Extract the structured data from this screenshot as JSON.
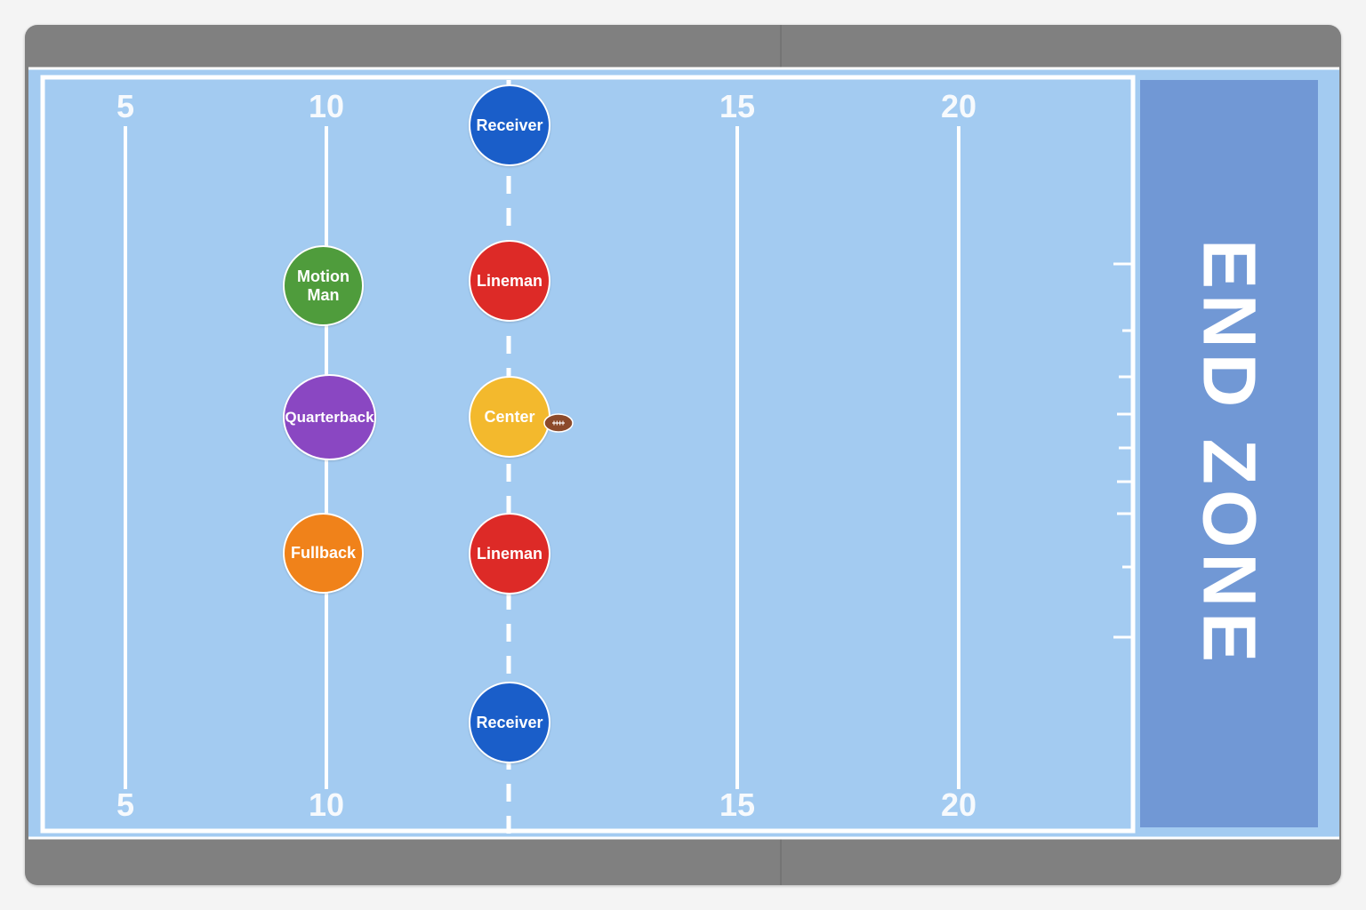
{
  "field": {
    "yard_numbers_top": [
      "5",
      "10",
      "15",
      "20"
    ],
    "yard_numbers_bottom": [
      "5",
      "10",
      "15",
      "20"
    ],
    "endzone_label": "END ZONE",
    "colors": {
      "rail": "#808080",
      "turf": "#a3cbf1",
      "endzone": "#7198d5",
      "lines": "#ffffff"
    }
  },
  "players": [
    {
      "label": "Receiver",
      "role": "receiver",
      "color": "#1a5ec9"
    },
    {
      "label": "Lineman",
      "role": "lineman",
      "color": "#dd2a27"
    },
    {
      "label": "Center",
      "role": "center",
      "color": "#f3b92d"
    },
    {
      "label": "Lineman",
      "role": "lineman",
      "color": "#dd2a27"
    },
    {
      "label": "Receiver",
      "role": "receiver",
      "color": "#1a5ec9"
    },
    {
      "label": "Motion\nMan",
      "role": "motion-man",
      "color": "#4f9c3c"
    },
    {
      "label": "Quarterback",
      "role": "quarterback",
      "color": "#8a47c2"
    },
    {
      "label": "Fullback",
      "role": "fullback",
      "color": "#f0821a"
    }
  ],
  "ball": {
    "icon": "football-icon",
    "color": "#8c4a2a"
  }
}
